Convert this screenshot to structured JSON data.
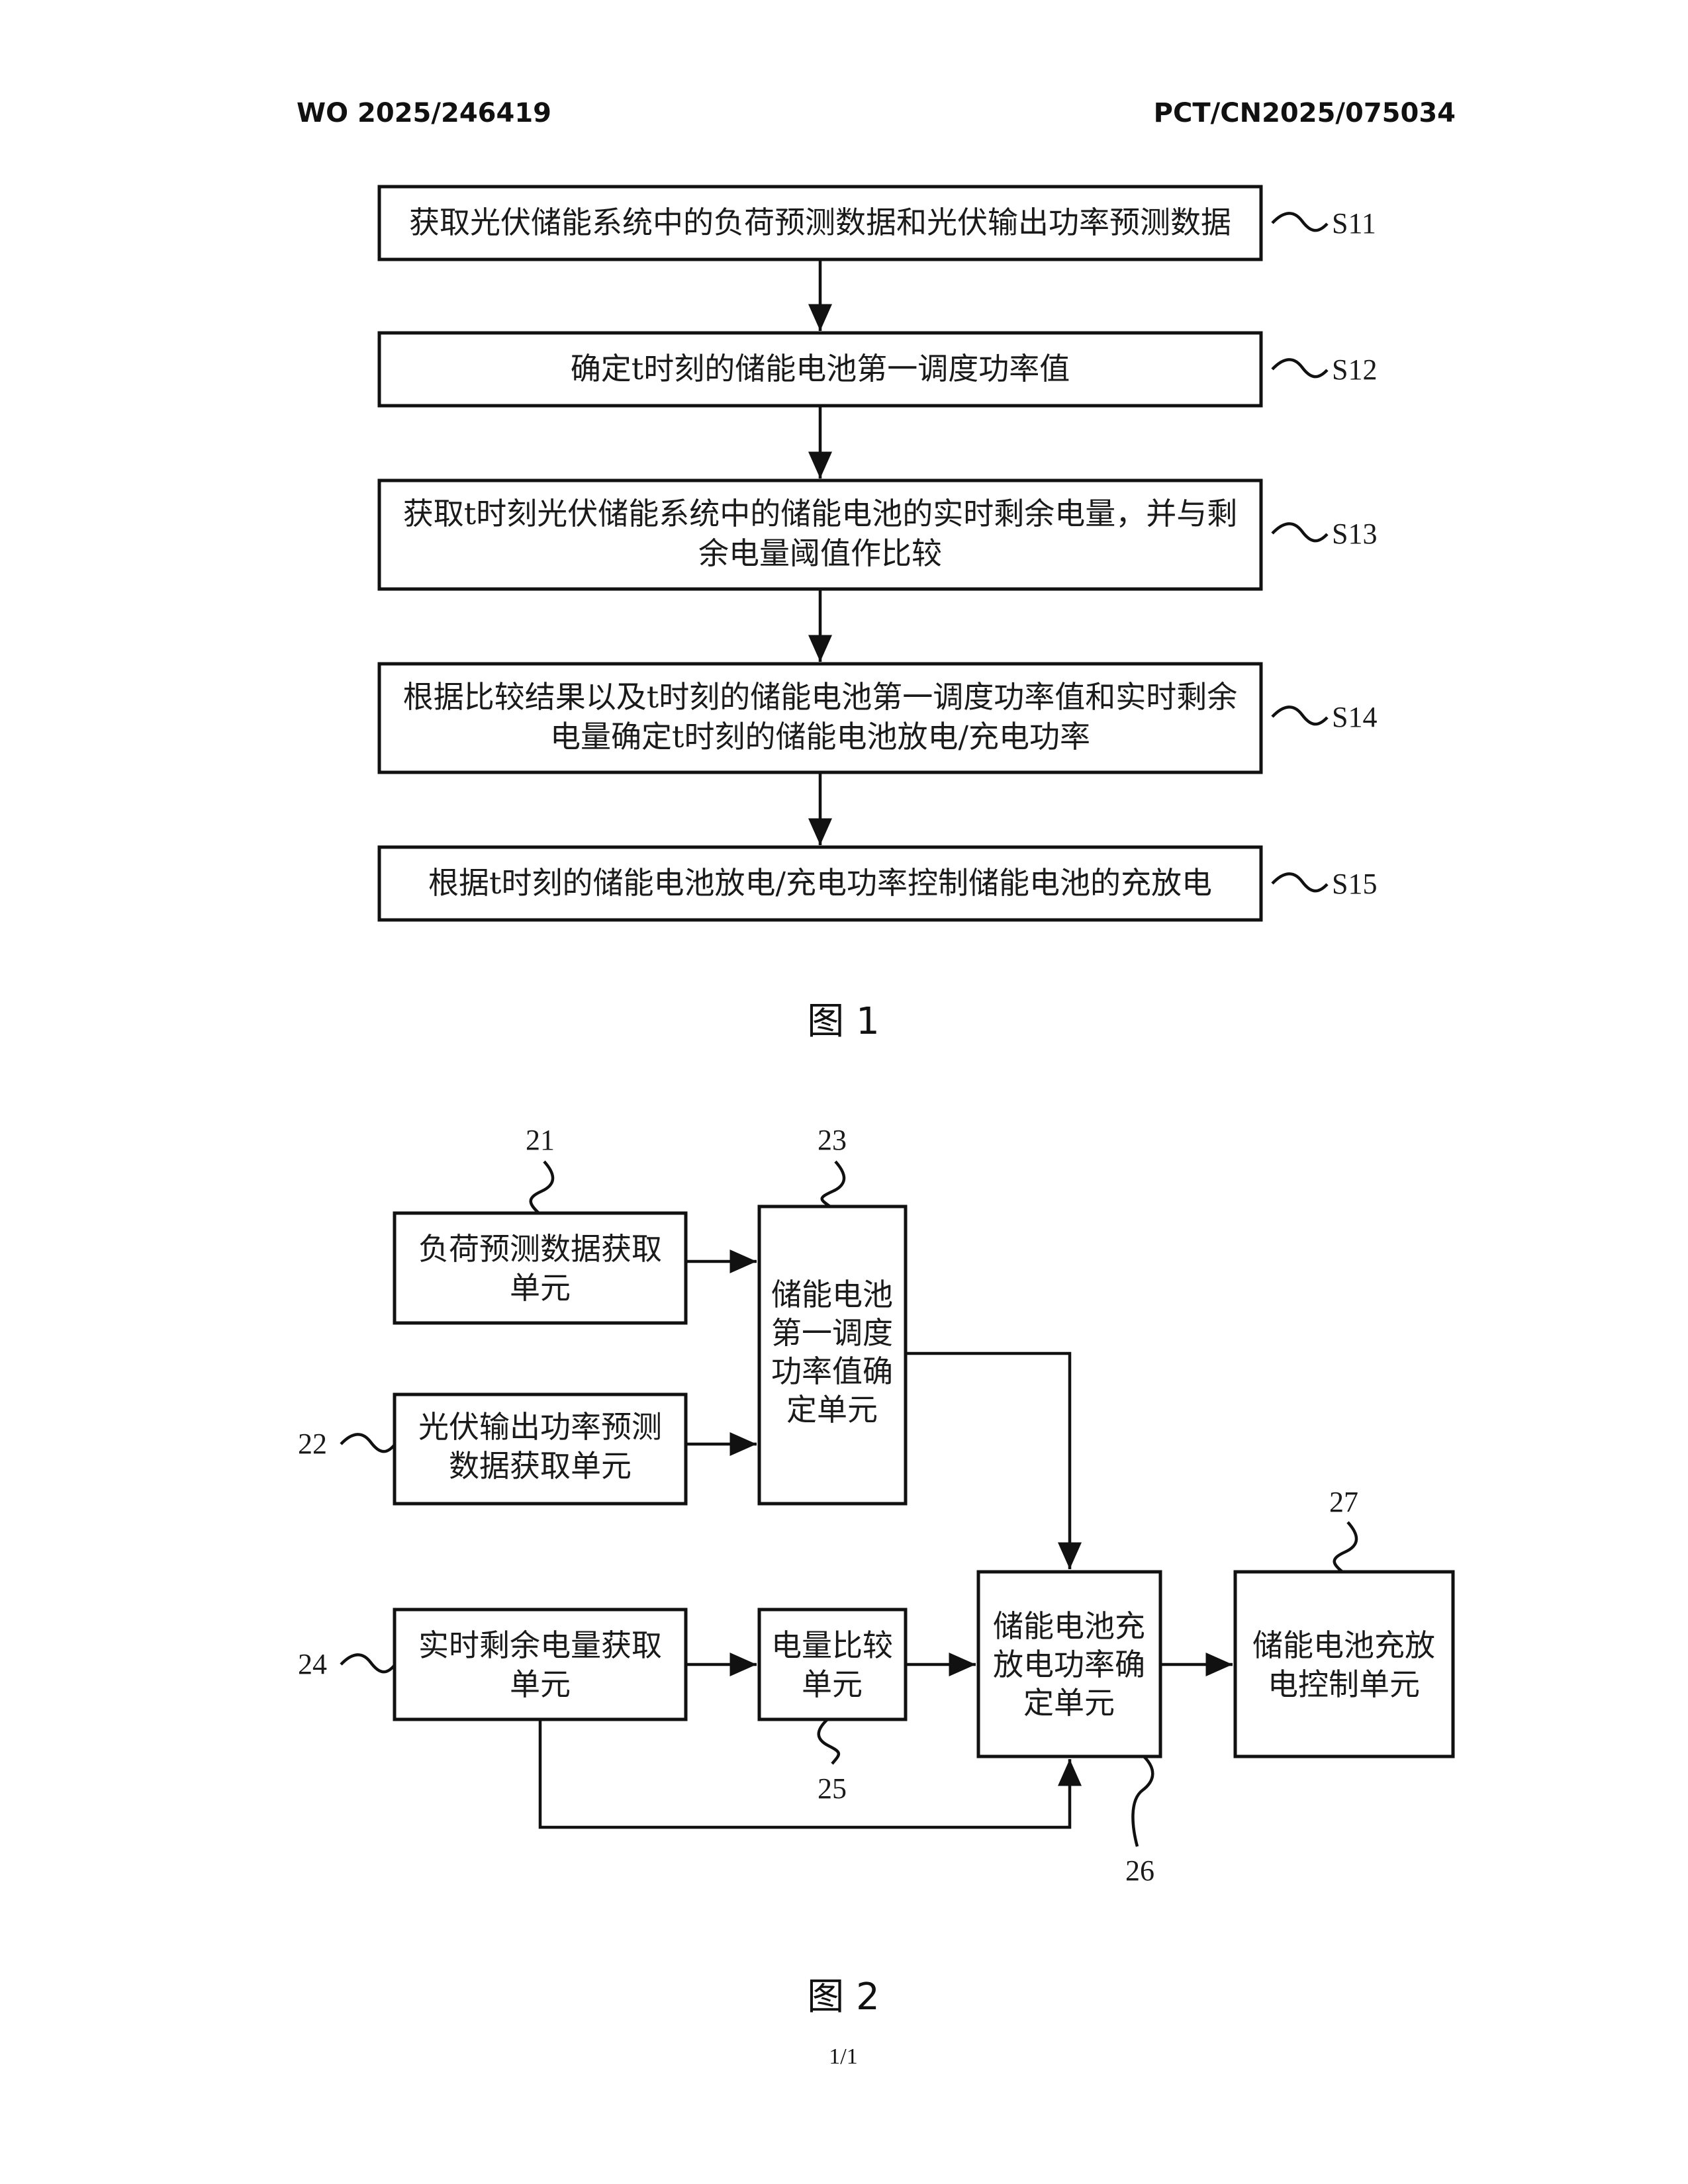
{
  "header": {
    "left": "WO 2025/246419",
    "right": "PCT/CN2025/075034"
  },
  "figure1": {
    "caption": "图 1",
    "steps": [
      {
        "label": "S11",
        "lines": [
          "获取光伏储能系统中的负荷预测数据和光伏输出功率预测数据"
        ]
      },
      {
        "label": "S12",
        "lines": [
          "确定t时刻的储能电池第一调度功率值"
        ]
      },
      {
        "label": "S13",
        "lines": [
          "获取t时刻光伏储能系统中的储能电池的实时剩余电量，并与剩",
          "余电量阈值作比较"
        ]
      },
      {
        "label": "S14",
        "lines": [
          "根据比较结果以及t时刻的储能电池第一调度功率值和实时剩余",
          "电量确定t时刻的储能电池放电/充电功率"
        ]
      },
      {
        "label": "S15",
        "lines": [
          "根据t时刻的储能电池放电/充电功率控制储能电池的充放电"
        ]
      }
    ]
  },
  "figure2": {
    "caption": "图 2",
    "units": {
      "u21": {
        "ref": "21",
        "lines": [
          "负荷预测数据获取",
          "单元"
        ]
      },
      "u22": {
        "ref": "22",
        "lines": [
          "光伏输出功率预测",
          "数据获取单元"
        ]
      },
      "u23": {
        "ref": "23",
        "lines": [
          "储能电池",
          "第一调度",
          "功率值确",
          "定单元"
        ]
      },
      "u24": {
        "ref": "24",
        "lines": [
          "实时剩余电量获取",
          "单元"
        ]
      },
      "u25": {
        "ref": "25",
        "lines": [
          "电量比较",
          "单元"
        ]
      },
      "u26": {
        "ref": "26",
        "lines": [
          "储能电池充",
          "放电功率确",
          "定单元"
        ]
      },
      "u27": {
        "ref": "27",
        "lines": [
          "储能电池充放",
          "电控制单元"
        ]
      }
    }
  },
  "footer": {
    "page": "1/1"
  }
}
